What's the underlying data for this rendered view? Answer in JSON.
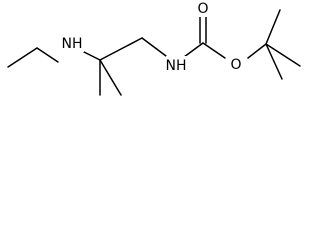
{
  "structure": {
    "labels": {
      "nh_left": "NH",
      "nh_right": "NH",
      "carbonyl_o": "O",
      "ester_o": "O"
    },
    "colors": {
      "bond": "#000000",
      "text": "#000000",
      "background": "#ffffff"
    }
  }
}
